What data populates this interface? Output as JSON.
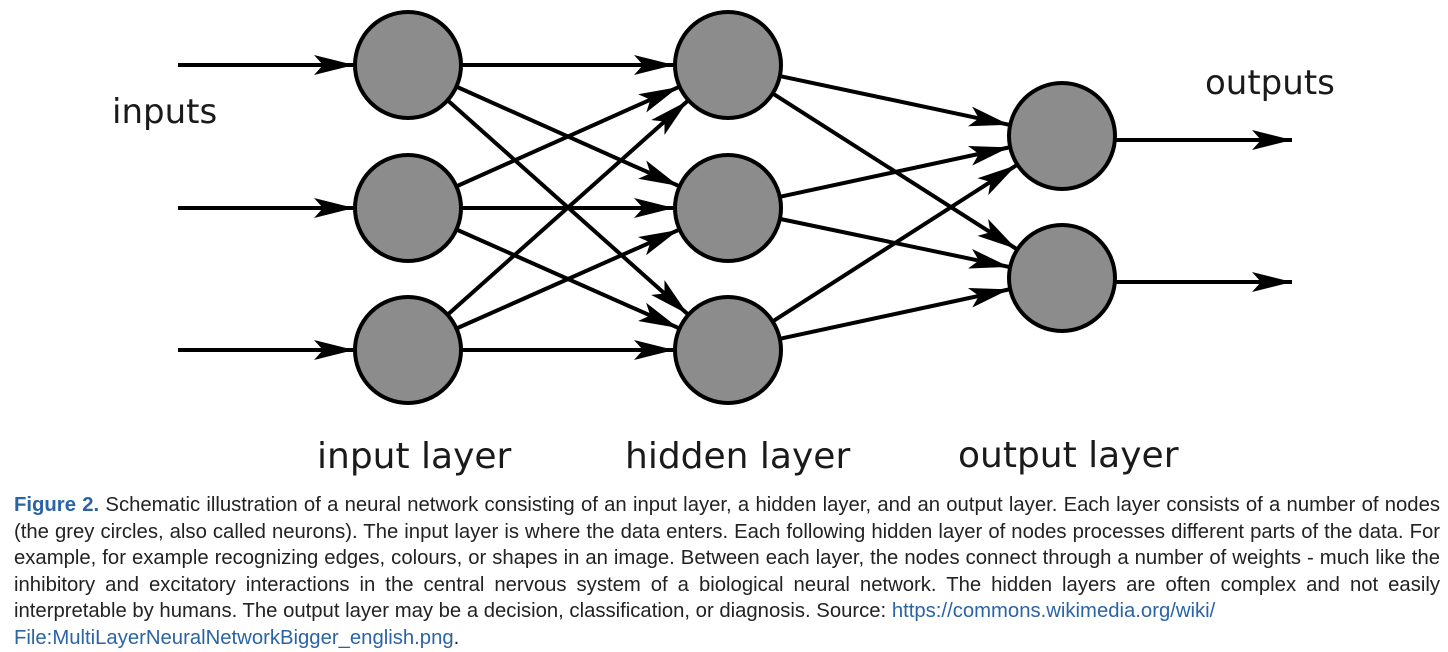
{
  "labels": {
    "inputs": "inputs",
    "outputs": "outputs",
    "input_layer": "input layer",
    "hidden_layer": "hidden layer",
    "output_layer": "output layer"
  },
  "network": {
    "layers": [
      {
        "name": "input",
        "nodes": 3
      },
      {
        "name": "hidden",
        "nodes": 3
      },
      {
        "name": "output",
        "nodes": 2
      }
    ],
    "input_arrows": 3,
    "output_arrows": 2,
    "node_color": "#8c8c8c",
    "line_color": "#000000"
  },
  "caption": {
    "figure_label": "Figure 2.",
    "text": " Schematic illustration of a neural network consisting of an input layer, a hidden layer, and an output layer. Each layer consists of a number of nodes (the grey circles, also called neurons). The input layer is where the data enters. Each following hidden layer of nodes processes different parts of the data. For example, for example recognizing edges, colours, or shapes in an image. Between each layer, the nodes connect through a number of weights - much like the inhibitory and excitatory interactions in the central nervous system of a biological neural network. The hidden layers are often complex and not easily interpretable by humans. The output layer may be a decision, classification, or diagnosis. Source: ",
    "link_line1": "https://commons.wikimedia.org/wiki/",
    "link_line2": "File:MultiLayerNeuralNetworkBigger_english.png",
    "end": ".",
    "accent_color": "#2a64a5"
  }
}
